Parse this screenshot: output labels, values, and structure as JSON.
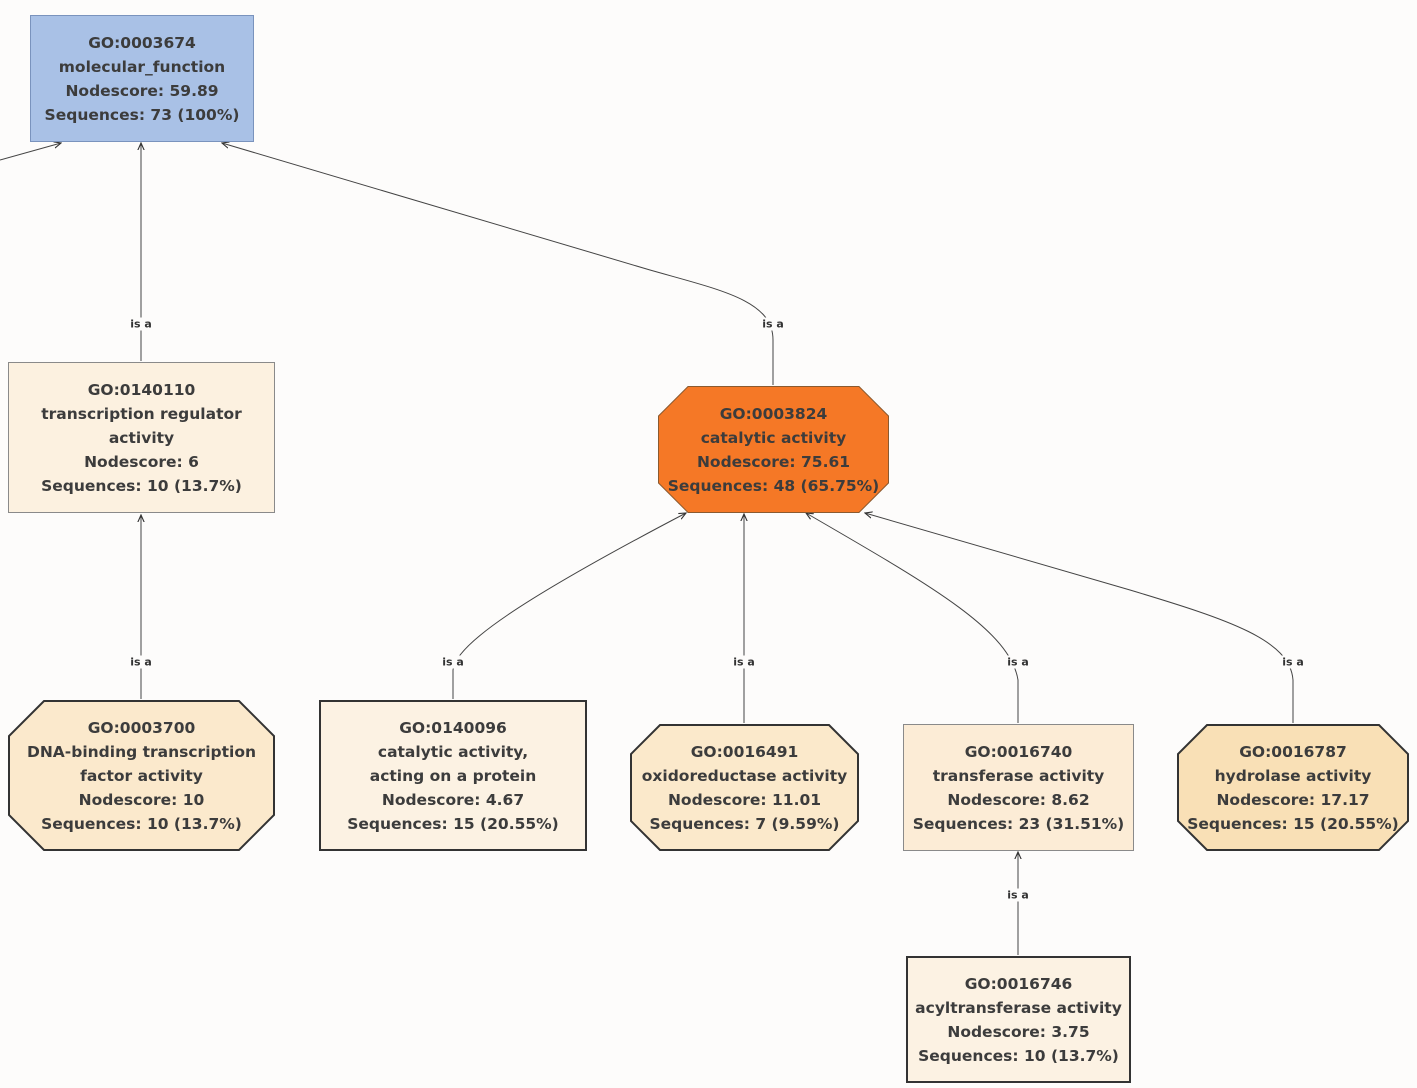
{
  "diagram": {
    "edge_label": "is a",
    "nodes": {
      "molecular_function": {
        "go_id": "GO:0003674",
        "name_lines": [
          "molecular_function"
        ],
        "nodescore": "Nodescore: 59.89",
        "sequences": "Sequences: 73 (100%)",
        "fill": "#a9c1e6"
      },
      "transcription_regulator": {
        "go_id": "GO:0140110",
        "name_lines": [
          "transcription regulator",
          "activity"
        ],
        "nodescore": "Nodescore: 6",
        "sequences": "Sequences: 10 (13.7%)",
        "fill": "#fcf1e0"
      },
      "catalytic_activity": {
        "go_id": "GO:0003824",
        "name_lines": [
          "catalytic activity"
        ],
        "nodescore": "Nodescore: 75.61",
        "sequences": "Sequences: 48 (65.75%)",
        "fill": "#f57826"
      },
      "dna_binding": {
        "go_id": "GO:0003700",
        "name_lines": [
          "DNA-binding transcription",
          "factor activity"
        ],
        "nodescore": "Nodescore: 10",
        "sequences": "Sequences: 10 (13.7%)",
        "fill": "#fbe9cc"
      },
      "catalytic_on_protein": {
        "go_id": "GO:0140096",
        "name_lines": [
          "catalytic activity,",
          "acting on a protein"
        ],
        "nodescore": "Nodescore: 4.67",
        "sequences": "Sequences: 15 (20.55%)",
        "fill": "#fcf2e3"
      },
      "oxidoreductase": {
        "go_id": "GO:0016491",
        "name_lines": [
          "oxidoreductase activity"
        ],
        "nodescore": "Nodescore: 11.01",
        "sequences": "Sequences: 7 (9.59%)",
        "fill": "#fbe9cb"
      },
      "transferase": {
        "go_id": "GO:0016740",
        "name_lines": [
          "transferase activity"
        ],
        "nodescore": "Nodescore: 8.62",
        "sequences": "Sequences: 23 (31.51%)",
        "fill": "#fcecd6"
      },
      "hydrolase": {
        "go_id": "GO:0016787",
        "name_lines": [
          "hydrolase activity"
        ],
        "nodescore": "Nodescore: 17.17",
        "sequences": "Sequences: 15 (20.55%)",
        "fill": "#f9e0b6"
      },
      "acyltransferase": {
        "go_id": "GO:0016746",
        "name_lines": [
          "acyltransferase activity"
        ],
        "nodescore": "Nodescore: 3.75",
        "sequences": "Sequences: 10 (13.7%)",
        "fill": "#fcf2e3"
      }
    }
  }
}
